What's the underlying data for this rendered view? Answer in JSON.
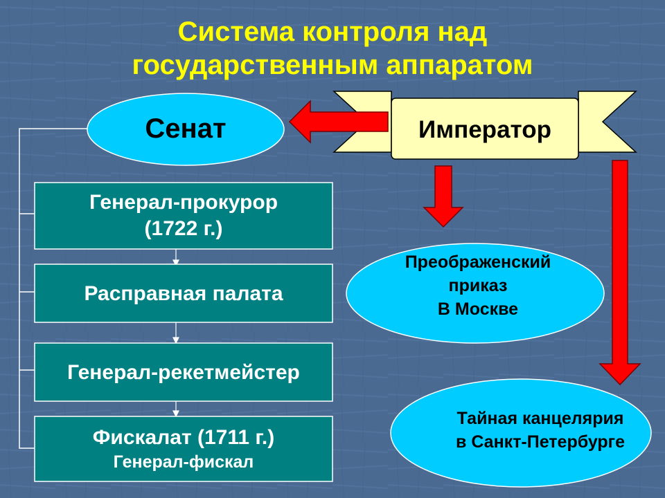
{
  "title": {
    "line1": "Система контроля над",
    "line2": "государственным аппаратом"
  },
  "nodes": {
    "senate": "Сенат",
    "emperor": "Император",
    "procurator": {
      "line1": "Генерал-прокурор",
      "line2": "(1722 г.)"
    },
    "raspravnaya": "Расправная палата",
    "reketmeister": "Генерал-рекетмейстер",
    "fiskalat": {
      "line1": "Фискалат (1711 г.)",
      "line2": "Генерал-фискал"
    },
    "preobrazhensky": {
      "line1": "Преображенский",
      "line2": "приказ",
      "line3": "В Москве"
    },
    "secret_chancery": {
      "line1": "Тайная канцелярия",
      "line2": "в Санкт-Петербурге"
    }
  },
  "colors": {
    "background": "#4a6a92",
    "title": "#ffff00",
    "ellipse_fill": "#00ccff",
    "box_fill": "#008080",
    "scroll_fill": "#ffffb8",
    "arrow_red": "#ff0000"
  }
}
